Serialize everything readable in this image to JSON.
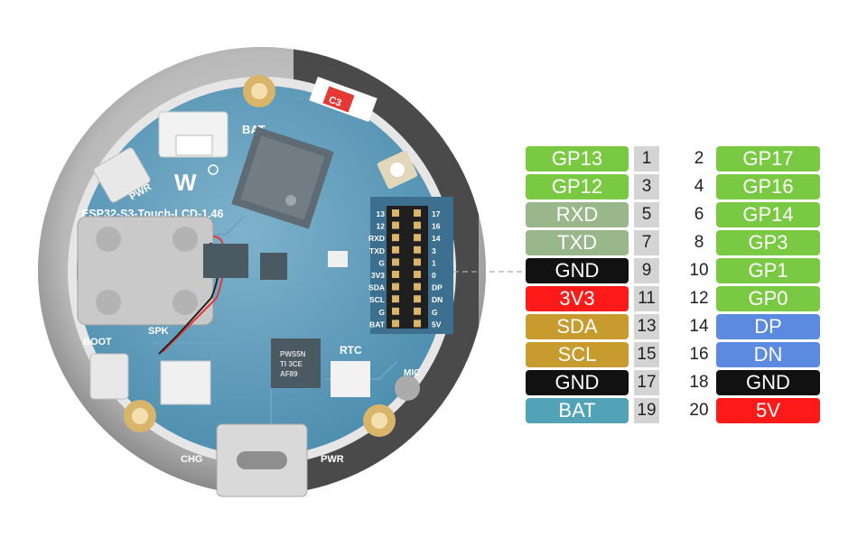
{
  "board": {
    "model": "ESP32-S3-Touch-LCD-1.46",
    "silkscreen": {
      "bat": "BAT",
      "pwr": "PWR",
      "boot": "BOOT",
      "spk": "SPK",
      "rtc": "RTC",
      "mic": "MIC",
      "chg": "CHG",
      "pwr_led": "PWR",
      "c3": "C3",
      "chip_text": "PWS5N",
      "chip_text2": "TI 3CE",
      "chip_text3": "AF89"
    },
    "header_labels_left": [
      "13",
      "12",
      "RXD",
      "TXD",
      "G",
      "3V3",
      "SDA",
      "SCL",
      "G",
      "BAT"
    ],
    "header_labels_right": [
      "17",
      "16",
      "14",
      "3",
      "1",
      "0",
      "DP",
      "DN",
      "G",
      "5V"
    ]
  },
  "pinout": {
    "left": [
      {
        "label": "GP13",
        "num": "1",
        "color": "#7ac943"
      },
      {
        "label": "GP12",
        "num": "3",
        "color": "#7ac943"
      },
      {
        "label": "RXD",
        "num": "5",
        "color": "#9ab78b"
      },
      {
        "label": "TXD",
        "num": "7",
        "color": "#9ab78b"
      },
      {
        "label": "GND",
        "num": "9",
        "color": "#111111"
      },
      {
        "label": "3V3",
        "num": "11",
        "color": "#ff1a1a"
      },
      {
        "label": "SDA",
        "num": "13",
        "color": "#c89b2e"
      },
      {
        "label": "SCL",
        "num": "15",
        "color": "#c89b2e"
      },
      {
        "label": "GND",
        "num": "17",
        "color": "#111111"
      },
      {
        "label": "BAT",
        "num": "19",
        "color": "#52a3b7"
      }
    ],
    "right": [
      {
        "label": "GP17",
        "num": "2",
        "color": "#7ac943"
      },
      {
        "label": "GP16",
        "num": "4",
        "color": "#7ac943"
      },
      {
        "label": "GP14",
        "num": "6",
        "color": "#7ac943"
      },
      {
        "label": "GP3",
        "num": "8",
        "color": "#7ac943"
      },
      {
        "label": "GP1",
        "num": "10",
        "color": "#7ac943"
      },
      {
        "label": "GP0",
        "num": "12",
        "color": "#7ac943"
      },
      {
        "label": "DP",
        "num": "14",
        "color": "#5b8ae0"
      },
      {
        "label": "DN",
        "num": "16",
        "color": "#5b8ae0"
      },
      {
        "label": "GND",
        "num": "18",
        "color": "#111111"
      },
      {
        "label": "5V",
        "num": "20",
        "color": "#ff1a1a"
      }
    ]
  }
}
